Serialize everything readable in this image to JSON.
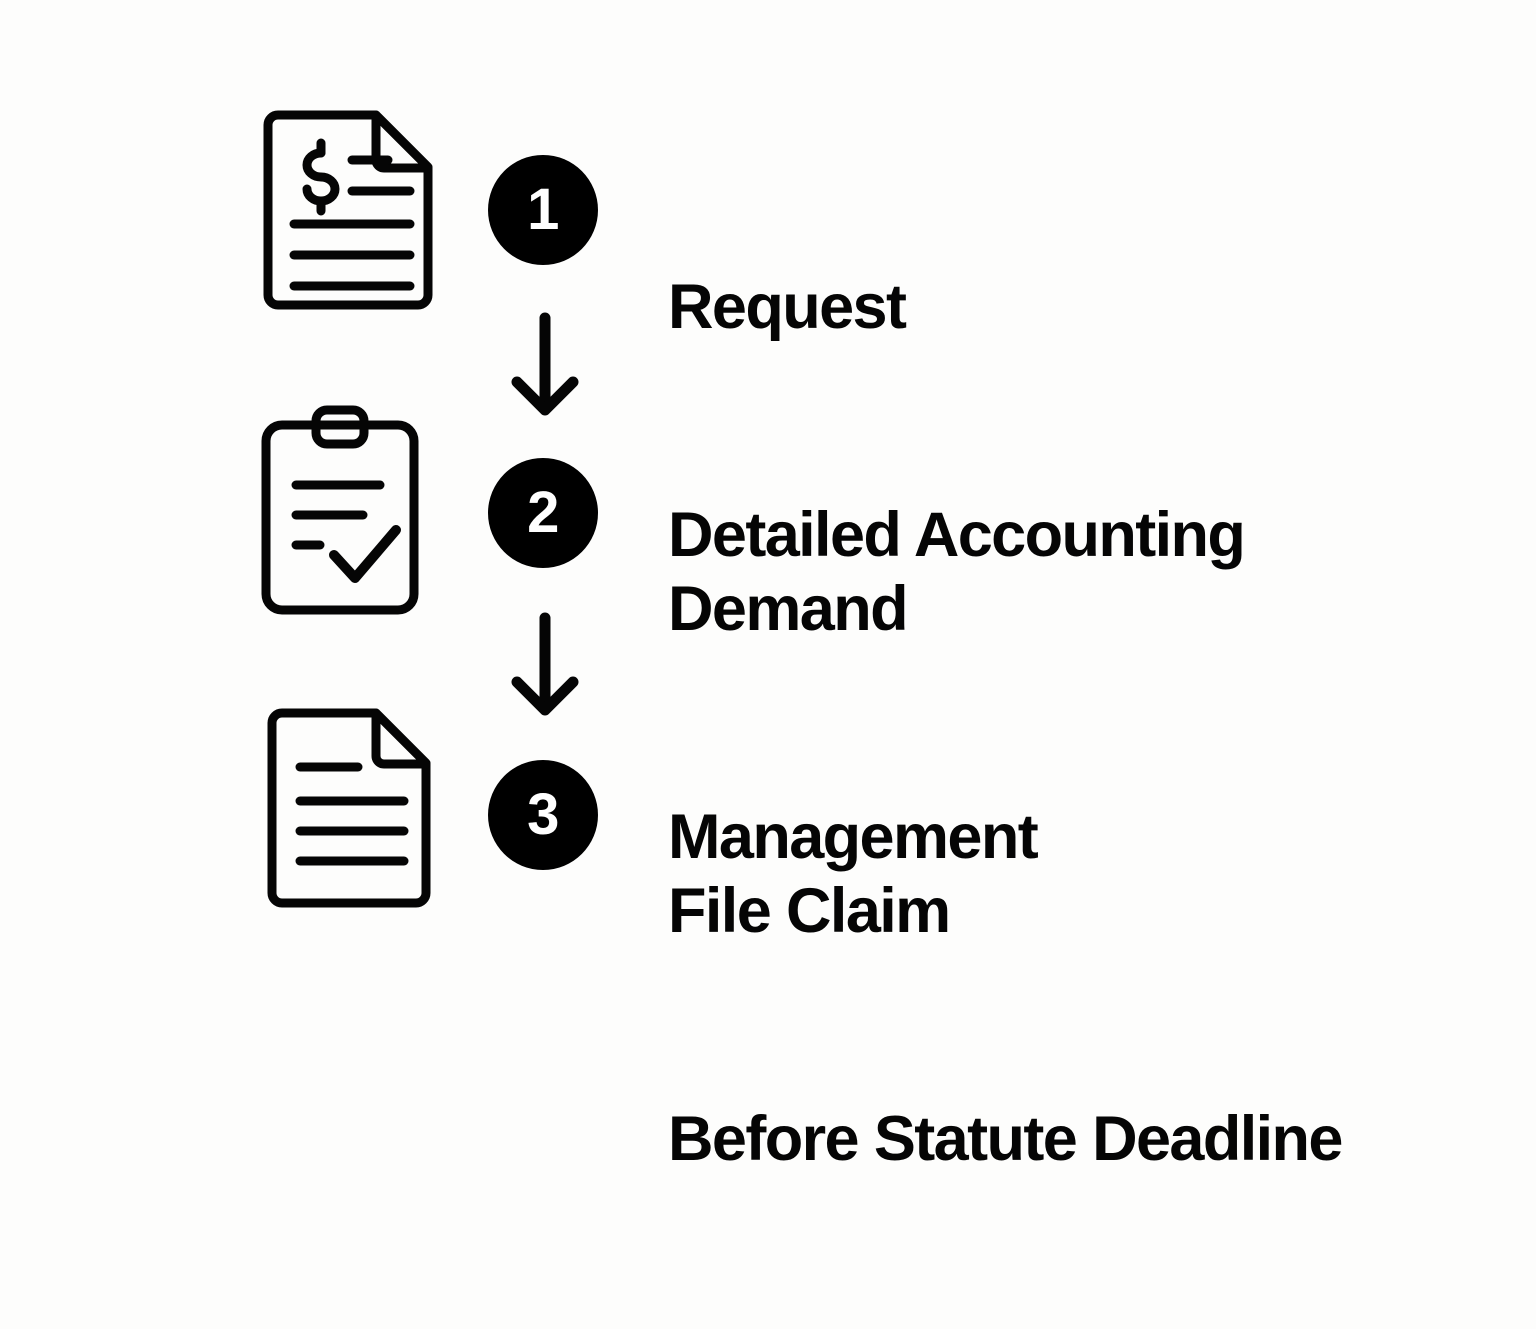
{
  "meta": {
    "background_color": "#fdfdfc",
    "ink_color": "#050505",
    "badge_fill": "#000000",
    "badge_text_color": "#ffffff"
  },
  "steps": [
    {
      "number": "1",
      "icon": "invoice-document-icon",
      "line1": "Request",
      "line2": "Detailed Accounting"
    },
    {
      "number": "2",
      "icon": "clipboard-checklist-icon",
      "line1": "Demand",
      "line2": "Management"
    },
    {
      "number": "3",
      "icon": "document-lines-icon",
      "line1": "File Claim",
      "line2": "Before Statute Deadline"
    }
  ],
  "connectors": [
    {
      "name": "arrow-down-1"
    },
    {
      "name": "arrow-down-2"
    }
  ]
}
